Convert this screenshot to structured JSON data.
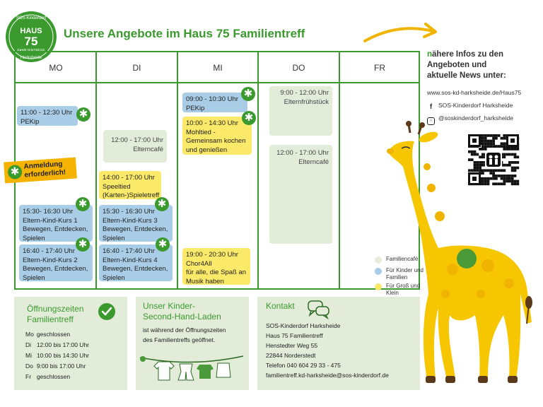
{
  "logo": {
    "line1": "SOS-Kinderdorf",
    "line2": "HAUS",
    "line3": "75",
    "line4": "FAMILIENTREFF",
    "line5": "Harksheide"
  },
  "title": "Unsere Angebote im Haus 75 Familientreff",
  "days": [
    "MO",
    "DI",
    "MI",
    "DO",
    "FR"
  ],
  "events": {
    "mo1": {
      "time": "11:00 - 12:30 Uhr",
      "text": "PEKip"
    },
    "mo2": {
      "time": "15:30- 16:30 Uhr",
      "l1": "Eltern-Kind-Kurs 1",
      "l2": "Bewegen, Entdecken,",
      "l3": "Spielen"
    },
    "mo3": {
      "time": "16:40 - 17:40 Uhr",
      "l1": "Eltern-Kind-Kurs 2",
      "l2": "Bewegen, Entdecken,",
      "l3": "Spielen"
    },
    "di1": {
      "time": "12:00 - 17:00 Uhr",
      "text": "Elterncafé"
    },
    "di2": {
      "time": "14:00 - 17:00 Uhr",
      "l1": "Speeltied",
      "l2": "(Karten-)Spieletreff"
    },
    "di3": {
      "time": "15:30 - 16:30 Uhr",
      "l1": "Eltern-Kind-Kurs 3",
      "l2": "Bewegen, Entdecken,",
      "l3": "Spielen"
    },
    "di4": {
      "time": "16:40 - 17:40 Uhr",
      "l1": "Eltern-Kind-Kurs 4",
      "l2": "Bewegen, Entdecken,",
      "l3": "Spielen"
    },
    "mi1": {
      "time": "09:00 - 10:30 Uhr",
      "text": "PEKip"
    },
    "mi2": {
      "time": "10:00 - 14:30 Uhr",
      "l1": "Mohltied -",
      "l2": "Gemeinsam kochen",
      "l3": "und genießen"
    },
    "mi3": {
      "time": "19:00 - 20:30 Uhr",
      "l1": "Chor4All",
      "l2": "für alle, die Spaß an",
      "l3": "Musik haben"
    },
    "do1": {
      "time": "9:00 - 12:00 Uhr",
      "text": "Elternfrühstück"
    },
    "do2": {
      "time": "12:00 - 17:00 Uhr",
      "text": "Elterncafé"
    }
  },
  "notice": {
    "l1": "Anmeldung",
    "l2": "erforderlich!"
  },
  "info": {
    "heading_initial": "n",
    "heading_l1": "ähere Infos zu den",
    "heading_l2": "Angeboten und",
    "heading_l3": "aktuelle News unter:",
    "url": "www.sos-kd-harksheide.de/Haus75",
    "facebook": "SOS-Kinderdorf Harksheide",
    "instagram": "@soskinderdorf_harksheide"
  },
  "legend": {
    "item1": "Familiencafé",
    "item2": "Für Kinder und Familien",
    "item3": "Für Groß und Klein"
  },
  "colors": {
    "green": "#3a9a2e",
    "blue": "#a9cde6",
    "yellow": "#fbe96a",
    "pale": "#e2ecd9",
    "orange": "#f5b300"
  },
  "opening": {
    "title_l1": "Öffnungszeiten",
    "title_l2": "Familientreff",
    "rows": [
      {
        "day": "Mo",
        "time": "geschlossen"
      },
      {
        "day": "Di",
        "time": "12:00 bis 17:00 Uhr"
      },
      {
        "day": "Mi",
        "time": "10:00 bis 14:30 Uhr"
      },
      {
        "day": "Do",
        "time": "9:00 bis 17:00 Uhr"
      },
      {
        "day": "Fr",
        "time": "geschlossen"
      }
    ]
  },
  "shop": {
    "title_l1": "Unser Kinder-",
    "title_l2": "Second-Hand-Laden",
    "text_l1": "ist während der Öffnungszeiten",
    "text_l2": "des Familientreffs geöffnet."
  },
  "contact": {
    "title": "Kontakt",
    "l1": "SOS-Kinderdorf Harksheide",
    "l2": "Haus 75 Familientreff",
    "l3": "Henstedter Weg 55",
    "l4": "22844 Norderstedt",
    "l5": "Telefon 040 604 29 33 - 475",
    "l6": "familientreff.kd-harksheide@sos-kinderdorf.de"
  }
}
